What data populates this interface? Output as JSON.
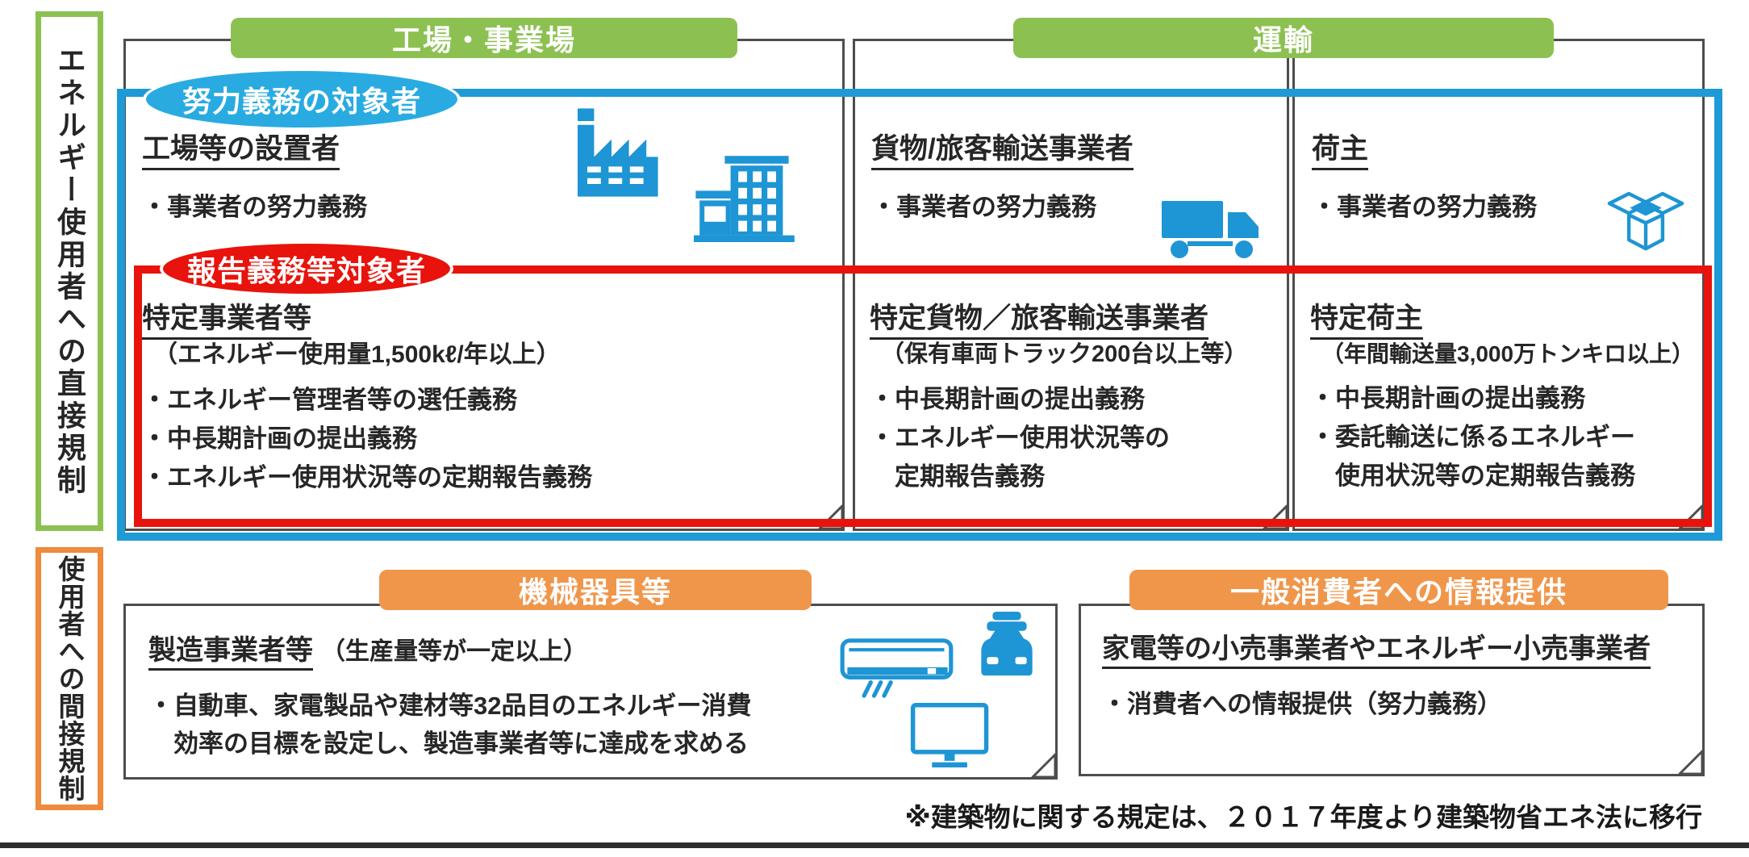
{
  "side_labels": {
    "direct": "エネルギー使用者への直接規制",
    "indirect": "使用者への間接規制"
  },
  "headers": {
    "factory": "工場・事業場",
    "transport": "運輸",
    "machinery": "機械器具等",
    "consumer": "一般消費者への情報提供"
  },
  "badges": {
    "effort": "努力義務の対象者",
    "report": "報告義務等対象者"
  },
  "columns": {
    "factory": {
      "effort": {
        "title": "工場等の設置者",
        "items": [
          "・事業者の努力義務"
        ]
      },
      "report": {
        "title": "特定事業者等",
        "condition": "（エネルギー使用量1,500kℓ/年以上）",
        "items": [
          "・エネルギー管理者等の選任義務",
          "・中長期計画の提出義務",
          "・エネルギー使用状況等の定期報告義務"
        ]
      }
    },
    "carrier": {
      "effort": {
        "title": "貨物/旅客輸送事業者",
        "items": [
          "・事業者の努力義務"
        ]
      },
      "report": {
        "title": "特定貨物／旅客輸送事業者",
        "condition": "（保有車両トラック200台以上等）",
        "items": [
          "・中長期計画の提出義務",
          "・エネルギー使用状況等の\n　定期報告義務"
        ]
      }
    },
    "shipper": {
      "effort": {
        "title": "荷主",
        "items": [
          "・事業者の努力義務"
        ]
      },
      "report": {
        "title": "特定荷主",
        "condition": "（年間輸送量3,000万トンキロ以上）",
        "items": [
          "・中長期計画の提出義務",
          "・委託輸送に係るエネルギー\n　使用状況等の定期報告義務"
        ]
      }
    }
  },
  "bottom": {
    "machinery": {
      "title": "製造事業者等",
      "condition": "（生産量等が一定以上）",
      "items": [
        "・自動車、家電製品や建材等32品目のエネルギー消費\n　効率の目標を設定し、製造事業者等に達成を求める"
      ]
    },
    "consumer": {
      "title": "家電等の小売事業者やエネルギー小売事業者",
      "items": [
        "・消費者への情報提供（努力義務）"
      ]
    }
  },
  "footnote": "※建築物に関する規定は、２０１７年度より建築物省エネ法に移行",
  "icons": {
    "factory": "factory-icon",
    "building": "office-building-icon",
    "truck": "truck-icon",
    "openbox": "open-box-icon",
    "aircon": "air-conditioner-icon",
    "car": "car-icon",
    "tv": "tv-monitor-icon"
  },
  "colors": {
    "green": "#8CC152",
    "orange": "#F0964B",
    "orange_border": "#F08A3C",
    "blue_zone": "#1E9AD6",
    "blue_badge": "#29ABE2",
    "blue_icon": "#1E95D4",
    "red": "#E8130C",
    "box_border": "#4d4d4d",
    "text": "#262626"
  }
}
